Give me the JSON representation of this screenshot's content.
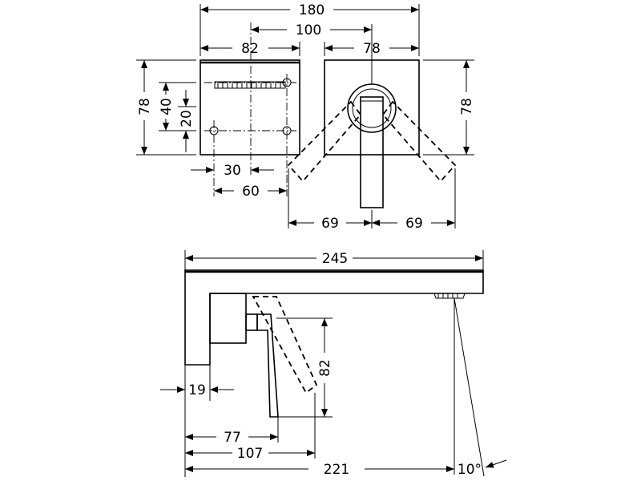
{
  "dimensions": {
    "overall_width": "180",
    "center_spacing": "100",
    "plate_width_left": "82",
    "plate_width_right": "78",
    "height_left": "78",
    "upper_vertical": "40",
    "lower_vertical": "20",
    "height_right": "78",
    "hole_offset": "30",
    "hole_spacing": "60",
    "lever_swing_left": "69",
    "lever_swing_right": "69",
    "spout_length": "245",
    "lever_drop": "82",
    "wall_offset": "19",
    "lever_reach": "77",
    "lever_reach_max": "107",
    "spout_projection": "221",
    "spout_angle": "10°"
  }
}
